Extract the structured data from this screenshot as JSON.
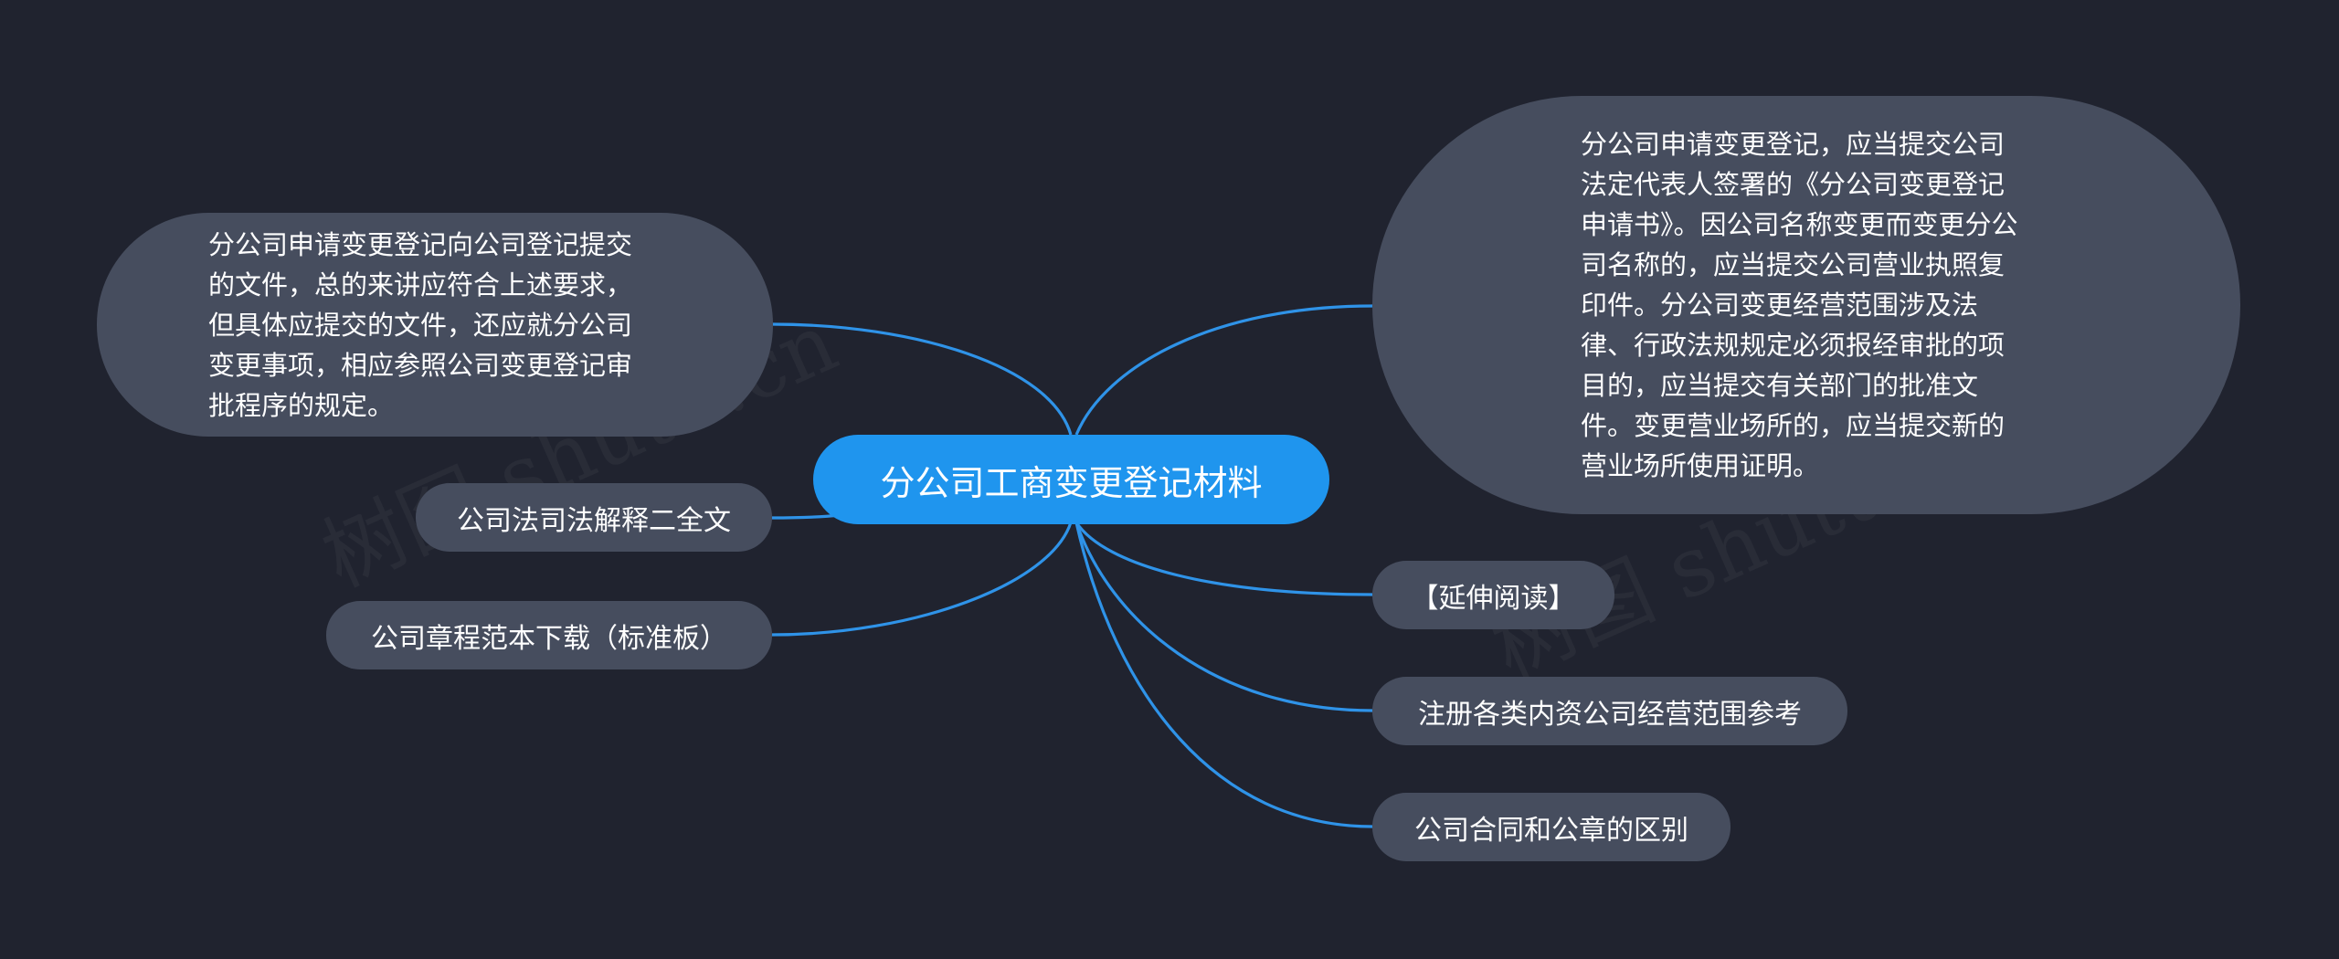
{
  "root": {
    "label": "分公司工商变更登记材料"
  },
  "left_branches": [
    {
      "text": "分公司申请变更登记向公司登记提交的文件，总的来讲应符合上述要求，但具体应提交的文件，还应就分公司变更事项，相应参照公司变更登记审批程序的规定。"
    },
    {
      "text": "公司法司法解释二全文"
    },
    {
      "text": "公司章程范本下载（标准板）"
    }
  ],
  "right_branches": [
    {
      "text": "分公司申请变更登记，应当提交公司法定代表人签署的《分公司变更登记申请书》。因公司名称变更而变更分公司名称的，应当提交公司营业执照复印件。分公司变更经营范围涉及法律、行政法规规定必须报经审批的项目的，应当提交有关部门的批准文件。变更营业场所的，应当提交新的营业场所使用证明。"
    },
    {
      "text": "【延伸阅读】"
    },
    {
      "text": "注册各类内资公司经营范围参考"
    },
    {
      "text": "公司合同和公章的区别"
    }
  ],
  "colors": {
    "background": "#20232f",
    "root_fill": "#1f95ee",
    "node_fill": "#464d5e",
    "edge": "#2f93e8",
    "text": "#ffffff"
  }
}
